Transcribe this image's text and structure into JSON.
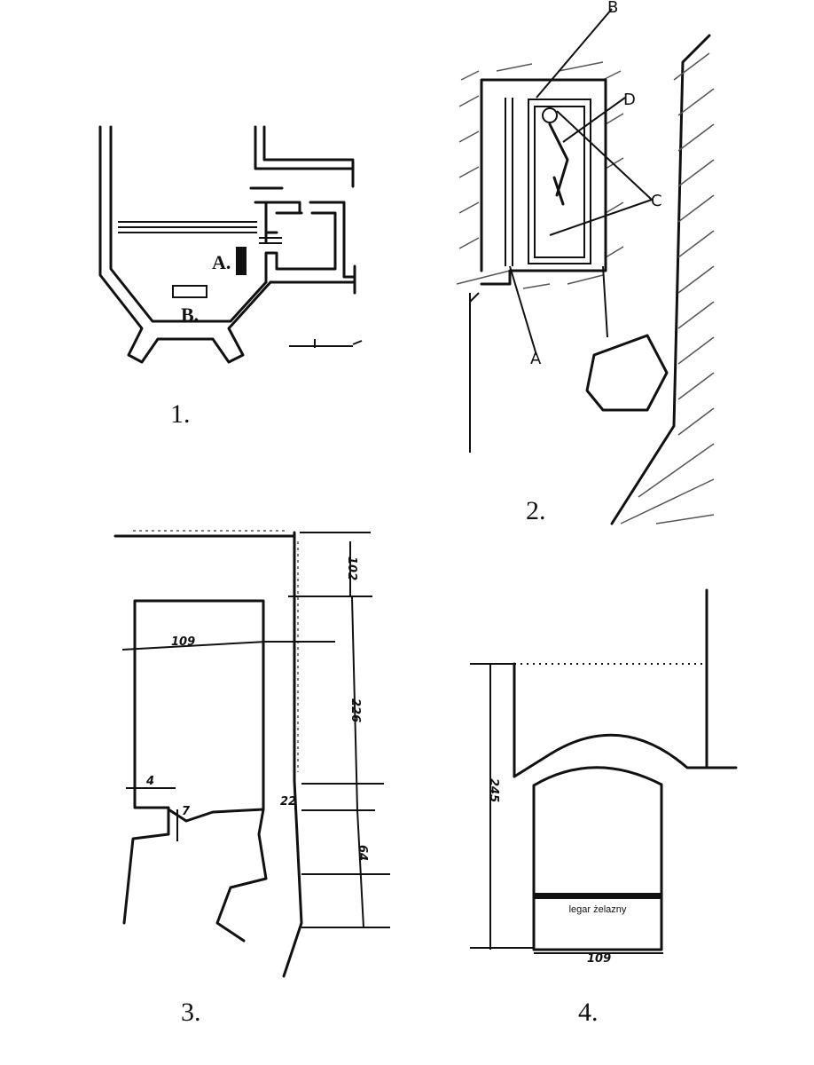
{
  "figures": [
    {
      "number": "1.",
      "labels": {
        "a": "A.",
        "b": "B."
      }
    },
    {
      "number": "2.",
      "labels": {
        "a": "A",
        "b": "B",
        "c": "C",
        "d": "D"
      }
    },
    {
      "number": "3.",
      "dimensions": {
        "top": "102",
        "width": "109",
        "height": "226",
        "left_step": "4",
        "step": "7",
        "gap": "22",
        "bottom": "64"
      }
    },
    {
      "number": "4.",
      "dimensions": {
        "height": "245",
        "width": "109"
      },
      "note": "legar żelazny"
    }
  ]
}
